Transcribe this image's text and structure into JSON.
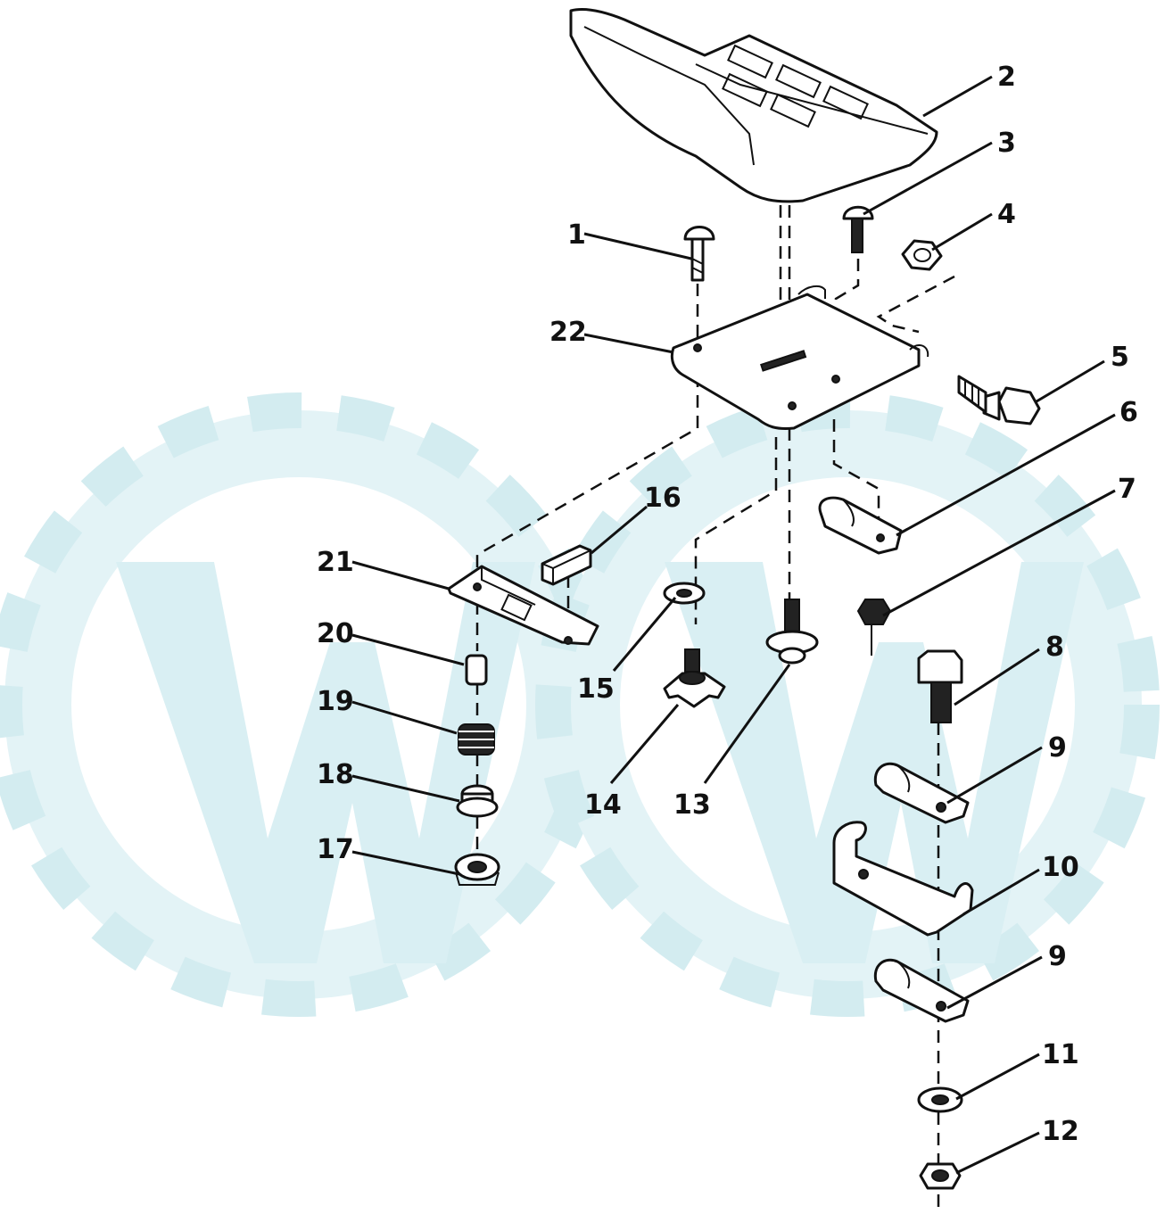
{
  "diagram": {
    "callouts": [
      {
        "id": "c1",
        "label": "1"
      },
      {
        "id": "c2",
        "label": "2"
      },
      {
        "id": "c3",
        "label": "3"
      },
      {
        "id": "c4",
        "label": "4"
      },
      {
        "id": "c5",
        "label": "5"
      },
      {
        "id": "c6",
        "label": "6"
      },
      {
        "id": "c7",
        "label": "7"
      },
      {
        "id": "c8",
        "label": "8"
      },
      {
        "id": "c9a",
        "label": "9"
      },
      {
        "id": "c10",
        "label": "10"
      },
      {
        "id": "c9b",
        "label": "9"
      },
      {
        "id": "c11",
        "label": "11"
      },
      {
        "id": "c12",
        "label": "12"
      },
      {
        "id": "c13",
        "label": "13"
      },
      {
        "id": "c14",
        "label": "14"
      },
      {
        "id": "c15",
        "label": "15"
      },
      {
        "id": "c16",
        "label": "16"
      },
      {
        "id": "c17",
        "label": "17"
      },
      {
        "id": "c18",
        "label": "18"
      },
      {
        "id": "c19",
        "label": "19"
      },
      {
        "id": "c20",
        "label": "20"
      },
      {
        "id": "c21",
        "label": "21"
      },
      {
        "id": "c22",
        "label": "22"
      }
    ],
    "colors": {
      "line": "#111111",
      "watermark": "#dff1f4",
      "watermark_dark": "#cfe9ee"
    }
  }
}
